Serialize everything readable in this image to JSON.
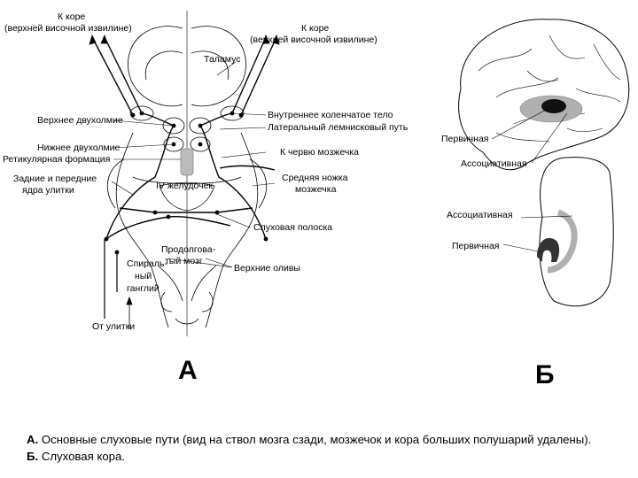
{
  "panel_a": {
    "letter": "А",
    "labels": {
      "cortex_left_1": "К коре",
      "cortex_left_2": "(верхней височной извилине)",
      "cortex_right_1": "К коре",
      "cortex_right_2": "(верхней височной извилине)",
      "thalamus": "Таламус",
      "superior_colliculus": "Верхнее двухолмие",
      "medial_geniculate": "Внутреннее коленчатое тело",
      "lateral_lemniscus": "Латеральный лемнисковый путь",
      "inferior_colliculus": "Нижнее двухолмие",
      "reticular_formation": "Ретикулярная формация",
      "cerebellar_vermis": "К червю мозжечка",
      "cochlear_nuclei_1": "Задние и передние",
      "cochlear_nuclei_2": "ядра улитки",
      "fourth_ventricle": "IV желудочек",
      "middle_peduncle_1": "Средняя ножка",
      "middle_peduncle_2": "мозжечка",
      "acoustic_stria": "Слуховая полоска",
      "medulla_1": "Продолгова-",
      "medulla_2": "тый мозг",
      "superior_olives": "Верхние оливы",
      "spiral_ganglion_1": "Спираль-",
      "spiral_ganglion_2": "ный",
      "spiral_ganglion_3": "ганглий",
      "from_cochlea": "От улитки"
    }
  },
  "panel_b": {
    "letter": "Б",
    "labels": {
      "primary_top": "Первичная",
      "associative_top": "Ассоциативная",
      "associative_bottom": "Ассоциативная",
      "primary_bottom": "Первичная"
    }
  },
  "caption": {
    "a_mark": "А.",
    "a_text": " Основные слуховые пути (вид на ствол мозга сзади, мозжечок и кора больших полушарий удалены).",
    "b_mark": "Б.",
    "b_text": " Слуховая кора."
  }
}
